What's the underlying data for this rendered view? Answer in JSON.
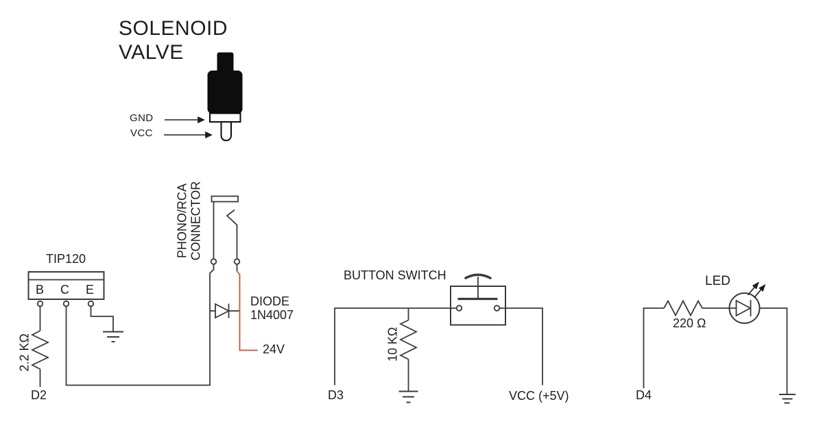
{
  "colors": {
    "wire": "#3a3a3a",
    "text": "#1d1d1d",
    "supply_24v_wire": "#c9523a",
    "plug_fill": "#0d0d0d"
  },
  "solenoid": {
    "title": [
      "SOLENOID",
      "VALVE"
    ],
    "terminals": {
      "gnd": "GND",
      "vcc": "VCC"
    }
  },
  "transistor": {
    "part_label": "TIP120",
    "pins": [
      "B",
      "C",
      "E"
    ],
    "base_resistor_value": "2.2 KΩ",
    "base_net": "D2"
  },
  "rca": {
    "label": [
      "PHONO/RCA",
      "CONNECTOR"
    ]
  },
  "flyback_diode": {
    "label": [
      "DIODE",
      "1N4007"
    ],
    "supply_net": "24V"
  },
  "button": {
    "title": "BUTTON SWITCH",
    "pulldown_value": "10 KΩ",
    "signal_net": "D3",
    "supply_net": "VCC (+5V)"
  },
  "led": {
    "title": "LED",
    "resistor_value": "220 Ω",
    "signal_net": "D4"
  }
}
